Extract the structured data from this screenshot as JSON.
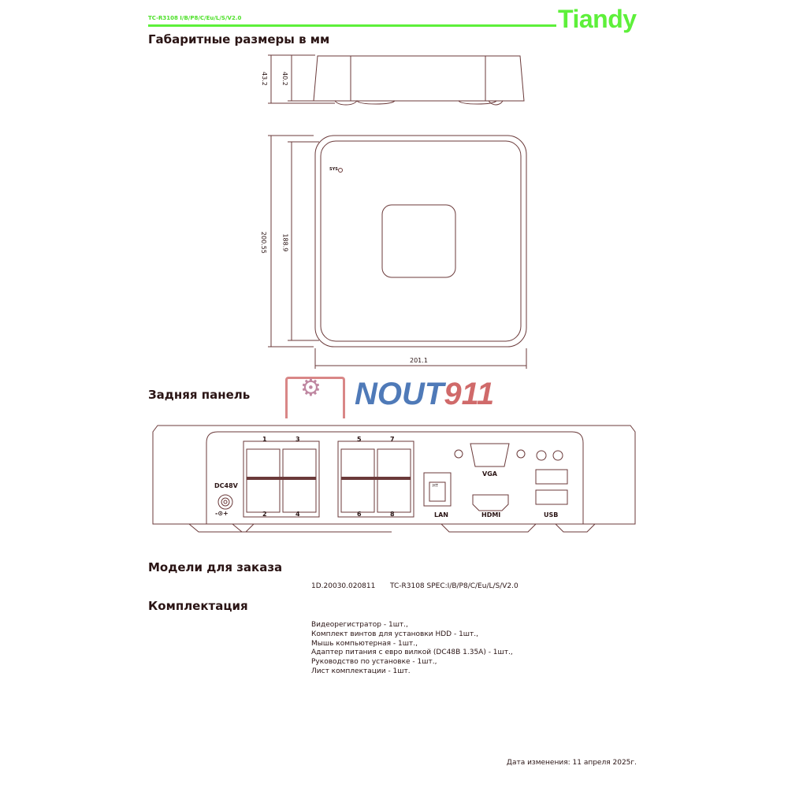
{
  "header": {
    "doc_code": "TC-R3108 I/B/P8/C/Eu/L/S/V2.0",
    "brand": "Tiandy"
  },
  "sections": {
    "dimensions": {
      "title": "Габаритные размеры в мм",
      "height_outer": "43.2",
      "height_inner": "40.2",
      "depth_outer": "200.55",
      "depth_inner": "188.9",
      "width": "201.1",
      "sys_label": "SYS"
    },
    "rear": {
      "title": "Задняя панель",
      "power": "DC48V",
      "polarity": "-⊙+",
      "ports_top": [
        "1",
        "3",
        "5",
        "7"
      ],
      "ports_bottom": [
        "2",
        "4",
        "6",
        "8"
      ],
      "ht_label": "HT",
      "lan": "LAN",
      "vga": "VGA",
      "hdmi": "HDMI",
      "usb": "USB"
    },
    "models": {
      "title": "Модели для заказа",
      "part_number": "1D.20030.020811",
      "model": "TC-R3108 SPEC:I/B/P8/C/Eu/L/S/V2.0"
    },
    "kit": {
      "title": "Комплектация",
      "items": [
        "Видеорегистратор - 1шт.,",
        "Комплект винтов для установки HDD - 1шт.,",
        "Мышь компьютерная - 1шт.,",
        "Адаптер питания с евро вилкой (DC48В 1.35А) - 1шт.,",
        "Руководство по установке - 1шт.,",
        "Лист комплектации - 1шт."
      ]
    }
  },
  "watermark": {
    "text_a": "NOUT",
    "text_b": "911"
  },
  "footer": {
    "date": "Дата изменения: 11 апреля 2025г."
  },
  "colors": {
    "accent": "#5df03a",
    "line": "#6b3a3a",
    "wm_blue": "#4f7ab8",
    "wm_red": "#d06a6a"
  }
}
